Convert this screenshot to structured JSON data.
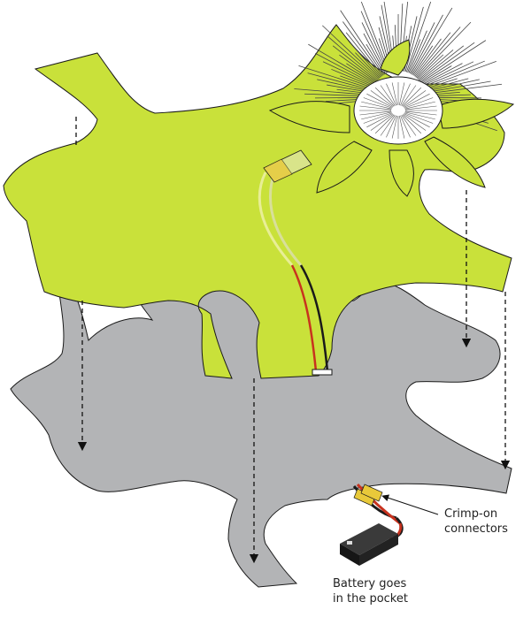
{
  "labels": {
    "crimp_line1": "Crimp-on",
    "crimp_line2": "connectors",
    "battery_line1": "Battery goes",
    "battery_line2": "in the pocket"
  },
  "colors": {
    "top_layer": "#c9e13a",
    "bottom_layer": "#b3b4b6",
    "outline": "#1a1a1a",
    "red_wire": "#c8321e",
    "black_wire": "#1a1a1a",
    "yellow_connector": "#e8c93a",
    "battery": "#1f1f1f"
  },
  "icons": [
    "flower-icon",
    "battery-pack-icon",
    "wire-icon",
    "connector-icon"
  ]
}
